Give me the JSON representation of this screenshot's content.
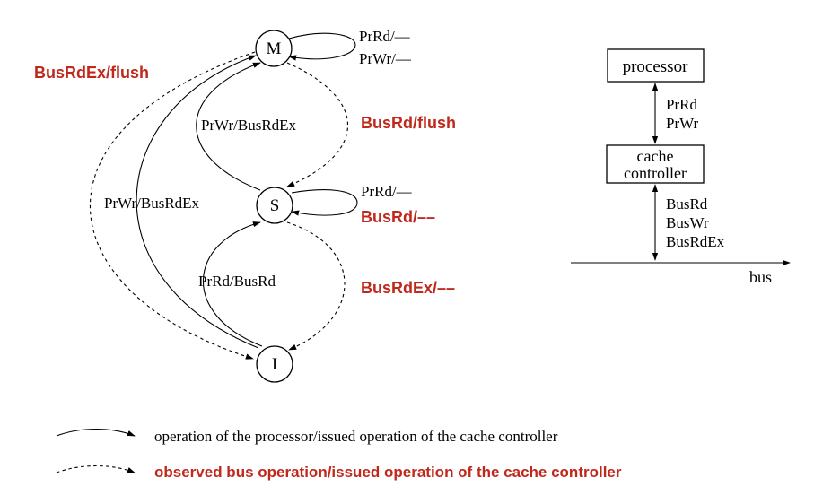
{
  "states": {
    "m": "M",
    "s": "S",
    "i": "I"
  },
  "transitions": {
    "m_self_prrd": "PrRd/––",
    "m_self_prwr": "PrWr/––",
    "busrdex_flush": "BusRdEx/flush",
    "prwr_busrdex_s_to_m": "PrWr/BusRdEx",
    "busrd_flush": "BusRd/flush",
    "prwr_busrdex_i_to_m": "PrWr/BusRdEx",
    "s_self_prrd": "PrRd/––",
    "s_self_busrd": "BusRd/––",
    "prrd_busrd": "PrRd/BusRd",
    "busrdex_none": "BusRdEx/––"
  },
  "block": {
    "processor": "processor",
    "cache_line1": "cache",
    "cache_line2": "controller",
    "upper_ops": [
      "PrRd",
      "PrWr"
    ],
    "lower_ops": [
      "BusRd",
      "BusWr",
      "BusRdEx"
    ],
    "bus": "bus"
  },
  "legend": {
    "solid": "operation of the processor/issued operation of the cache controller",
    "dashed": "observed bus operation/issued operation of the cache controller"
  },
  "colors": {
    "highlight": "#c0281c",
    "ink": "#000000"
  }
}
